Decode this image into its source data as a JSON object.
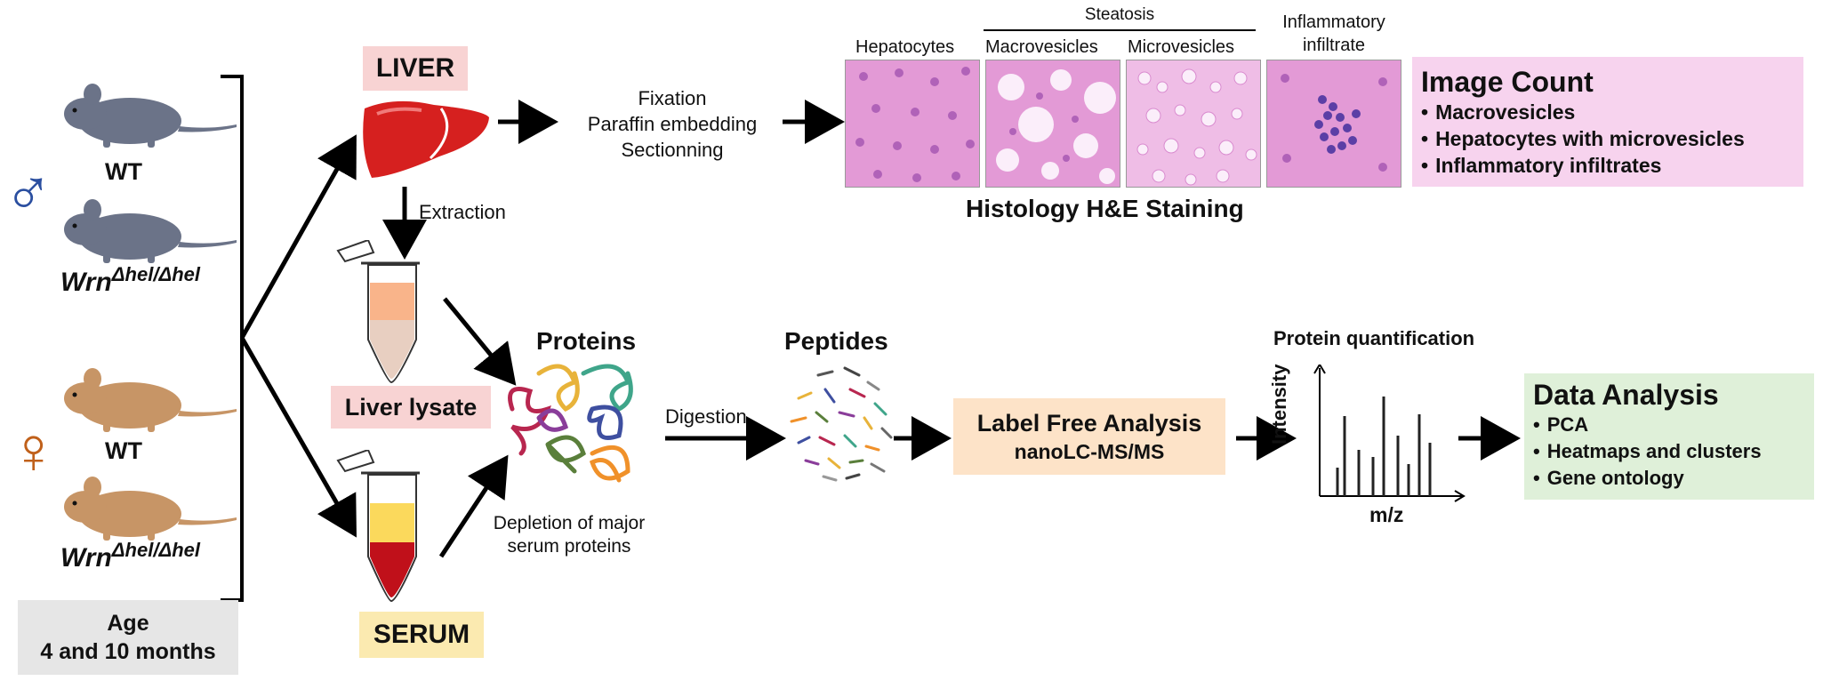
{
  "groups": {
    "male_wt": "WT",
    "male_mutant_base": "Wrn",
    "male_mutant_sup": "Δhel/Δhel",
    "female_wt": "WT",
    "female_mutant_base": "Wrn",
    "female_mutant_sup": "Δhel/Δhel",
    "age_line1": "Age",
    "age_line2": "4 and 10 months"
  },
  "liver_label": "LIVER",
  "serum_label": "SERUM",
  "extraction_label": "Extraction",
  "liver_lysate_label": "Liver lysate",
  "fixation_steps": [
    "Fixation",
    "Paraffin embedding",
    "Sectionning"
  ],
  "histology": {
    "panels": [
      "Hepatocytes",
      "Macrovesicles",
      "Microvesicles"
    ],
    "steatosis_label": "Steatosis",
    "inflammatory_line1": "Inflammatory",
    "inflammatory_line2": "infiltrate",
    "caption": "Histology H&E Staining"
  },
  "image_count": {
    "title": "Image Count",
    "items": [
      "Macrovesicles",
      "Hepatocytes with microvesicles",
      "Inflammatory infiltrates"
    ],
    "color": "#f7d3ee"
  },
  "proteins_label": "Proteins",
  "peptides_label": "Peptides",
  "digestion_label": "Digestion",
  "depletion_line1": "Depletion of major",
  "depletion_line2": "serum proteins",
  "label_free": {
    "line1": "Label Free Analysis",
    "line2": "nanoLC-MS/MS",
    "color": "#fde3c8"
  },
  "protein_quant_label": "Protein quantification",
  "spectrum": {
    "ylabel": "Intensity",
    "xlabel": "m/z"
  },
  "data_analysis": {
    "title": "Data Analysis",
    "items": [
      "PCA",
      "Heatmaps and clusters",
      "Gene ontology"
    ],
    "color": "#dff0d9"
  },
  "colors": {
    "male": "#2b4fa0",
    "female": "#c0601a",
    "liver_label_bg": "#f8d3d3",
    "serum_label_bg": "#fbeab0",
    "age_bg": "#e6e6e6",
    "mouse_male": "#6b7388",
    "mouse_female": "#c79566",
    "liver": "#d6201f"
  }
}
